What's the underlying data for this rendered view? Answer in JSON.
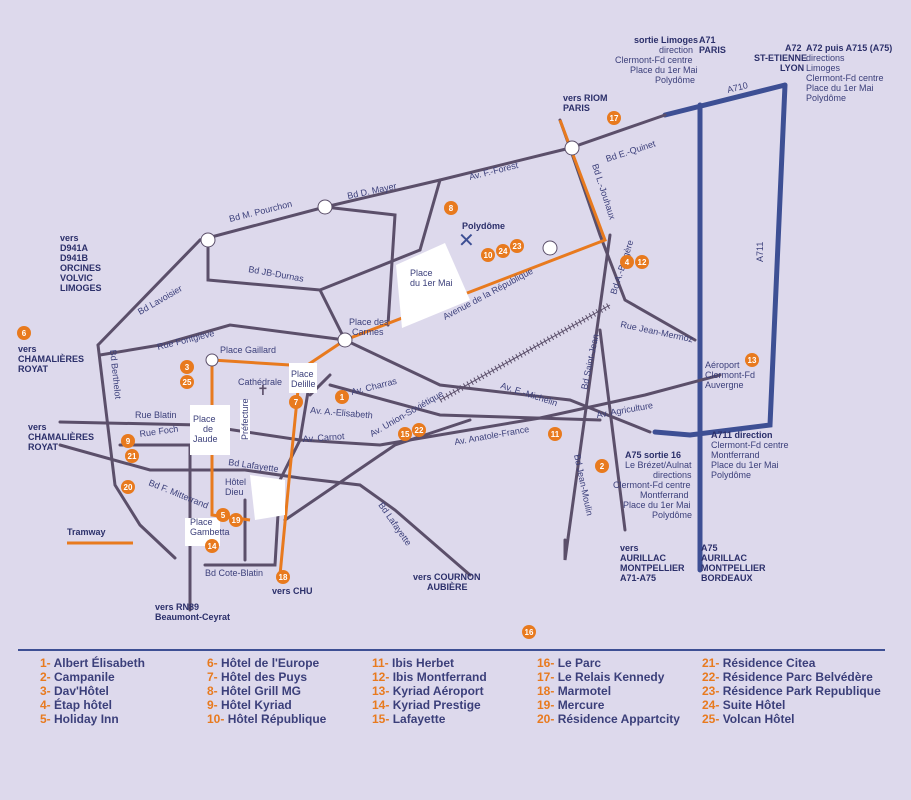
{
  "map": {
    "labels": {
      "sortie_limoges": "sortie Limoges",
      "a71_top": "A71",
      "direction_top": "direction",
      "paris_top": "PARIS",
      "cf_centre_top": "Clermont-Fd centre",
      "pl1mai_top": "Place du 1er Mai",
      "polydome_top": "Polydôme",
      "a72": "A72",
      "st_etienne": "ST-ETIENNE",
      "lyon": "LYON",
      "a72_puis": "A72 puis A715 (A75)",
      "directions_r": "directions",
      "limoges_r": "Limoges",
      "cf_centre_r": "Clermont-Fd centre",
      "pl1mai_r": "Place du 1er Mai",
      "polydome_r": "Polydôme",
      "a710": "A710",
      "a711": "A711",
      "vers_riom": "vers RIOM",
      "paris_riom": "PARIS",
      "bd_quinet": "Bd E.-Quinet",
      "av_forest": "Av. F.-Forest",
      "bd_jouhaux": "Bd L.-Jouhaux",
      "bd_mayer": "Bd D. Mayer",
      "bd_pourchon": "Bd M. Pourchon",
      "polydome": "Polydôme",
      "vers_d941a": "vers",
      "d941a": "D941A",
      "d941b": "D941B",
      "orcines": "ORCINES",
      "volvic": "VOLVIC",
      "limoges_l": "LIMOGES",
      "bd_durnas": "Bd JB-Durnas",
      "place_1mai": "Place",
      "place_1mai2": "du 1er Mai",
      "bd_brugiere": "Bd A.-Brugère",
      "av_republique": "Avenue de la République",
      "bd_lavoisier": "Bd Lavoisier",
      "place_carmes": "Place des",
      "place_carmes2": "Carmes",
      "rue_fontgieve": "Rue Fontgiève",
      "rue_mermoz": "Rue Jean-Mermoz",
      "vers_cham1": "vers",
      "cham1": "CHAMALIÈRES",
      "royat1": "ROYAT",
      "place_gaillard": "Place Gaillard",
      "cathedrale": "Cathédrale",
      "place_delille": "Place",
      "place_delille2": "Delille",
      "av_charras": "Av. Charras",
      "av_elisabeth": "Av. A.-Elisabeth",
      "av_union": "Av. Union-Soviétique",
      "av_michelin": "Av. E.-Michelin",
      "bd_saint_jean": "Bd Saint-Jean",
      "aeroport": "Aéroport",
      "aeroport2": "Clermont-Fd",
      "aeroport3": "Auvergne",
      "av_agriculture": "Av. Agriculture",
      "bd_berthelot": "Bd Berthelot",
      "rue_blatin": "Rue Blatin",
      "rue_foch": "Rue Foch",
      "place_jaude": "Place",
      "place_jaude2": "de",
      "place_jaude3": "Jaude",
      "prefecture": "Préfecture",
      "av_carnot": "Av. Carnot",
      "av_anatole": "Av. Anatole-France",
      "a711_dir": "A711 direction",
      "a711_dir2": "Clermont-Fd centre",
      "a711_dir3": "Montferrand",
      "a711_dir4": "Place du 1er Mai",
      "a711_dir5": "Polydôme",
      "vers_cham2": "vers",
      "cham2": "CHAMALIÈRES",
      "royat2": "ROYAT",
      "bd_lafayette": "Bd Lafayette",
      "hotel_dieu": "Hôtel",
      "hotel_dieu2": "Dieu",
      "a75_sortie": "A75 sortie 16",
      "brezet": "Le Brézet/Aulnat",
      "directions_a75": "directions",
      "cf_centre_a75": "Clermont-Fd centre",
      "montferrand_a75": "Montferrand",
      "pl1mai_a75": "Place du 1er Mai",
      "polydome_a75": "Polydôme",
      "bd_mitterrand": "Bd F. Mitterrand",
      "bd_lafayette2": "Bd Lafayette",
      "bd_moulin": "Bd Jean-Moulin",
      "tramway": "Tramway",
      "place_gambetta": "Place",
      "place_gambetta2": "Gambetta",
      "vers_aurillac": "vers",
      "aurillac": "AURILLAC",
      "montpellier": "MONTPELLIER",
      "a71_a75": "A71-A75",
      "a75_b": "A75",
      "aurillac_b": "AURILLAC",
      "montpellier_b": "MONTPELLIER",
      "bordeaux": "BORDEAUX",
      "bd_blatin": "Bd Cote-Blatin",
      "vers_chu": "vers CHU",
      "vers_cournon": "vers COURNON",
      "aubiere": "AUBIÈRE",
      "vers_rn89": "vers RN89",
      "beaumont": "Beaumont-Ceyrat"
    },
    "pins": [
      "1",
      "2",
      "3",
      "4",
      "5",
      "6",
      "7",
      "8",
      "9",
      "10",
      "11",
      "12",
      "13",
      "14",
      "15",
      "16",
      "17",
      "18",
      "19",
      "20",
      "21",
      "22",
      "23",
      "24",
      "25"
    ]
  },
  "legend": {
    "col1": [
      {
        "num": "1-",
        "name": "Albert Élisabeth"
      },
      {
        "num": "2-",
        "name": "Campanile"
      },
      {
        "num": "3-",
        "name": "Dav'Hôtel"
      },
      {
        "num": "4-",
        "name": "Étap hôtel"
      },
      {
        "num": "5-",
        "name": "Holiday Inn"
      }
    ],
    "col2": [
      {
        "num": "6-",
        "name": "Hôtel de l'Europe"
      },
      {
        "num": "7-",
        "name": "Hôtel des Puys"
      },
      {
        "num": "8-",
        "name": "Hôtel Grill MG"
      },
      {
        "num": "9-",
        "name": "Hôtel Kyriad"
      },
      {
        "num": "10-",
        "name": "Hôtel République"
      }
    ],
    "col3": [
      {
        "num": "11-",
        "name": "Ibis Herbet"
      },
      {
        "num": "12-",
        "name": "Ibis Montferrand"
      },
      {
        "num": "13-",
        "name": "Kyriad Aéroport"
      },
      {
        "num": "14-",
        "name": "Kyriad Prestige"
      },
      {
        "num": "15-",
        "name": "Lafayette"
      }
    ],
    "col4": [
      {
        "num": "16-",
        "name": "Le Parc"
      },
      {
        "num": "17-",
        "name": "Le Relais Kennedy"
      },
      {
        "num": "18-",
        "name": "Marmotel"
      },
      {
        "num": "19-",
        "name": "Mercure"
      },
      {
        "num": "20-",
        "name": "Résidence Appartcity"
      }
    ],
    "col5": [
      {
        "num": "21-",
        "name": "Résidence Citea"
      },
      {
        "num": "22-",
        "name": "Résidence Parc Belvédère"
      },
      {
        "num": "23-",
        "name": "Résidence Park Republique"
      },
      {
        "num": "24-",
        "name": "Suite Hôtel"
      },
      {
        "num": "25-",
        "name": "Volcan Hôtel"
      }
    ]
  },
  "colors": {
    "background": "#ddd9ec",
    "road": "#5b4f6a",
    "highway": "#3d4f94",
    "tram": "#e87a1e",
    "text": "#3b3f7a"
  }
}
